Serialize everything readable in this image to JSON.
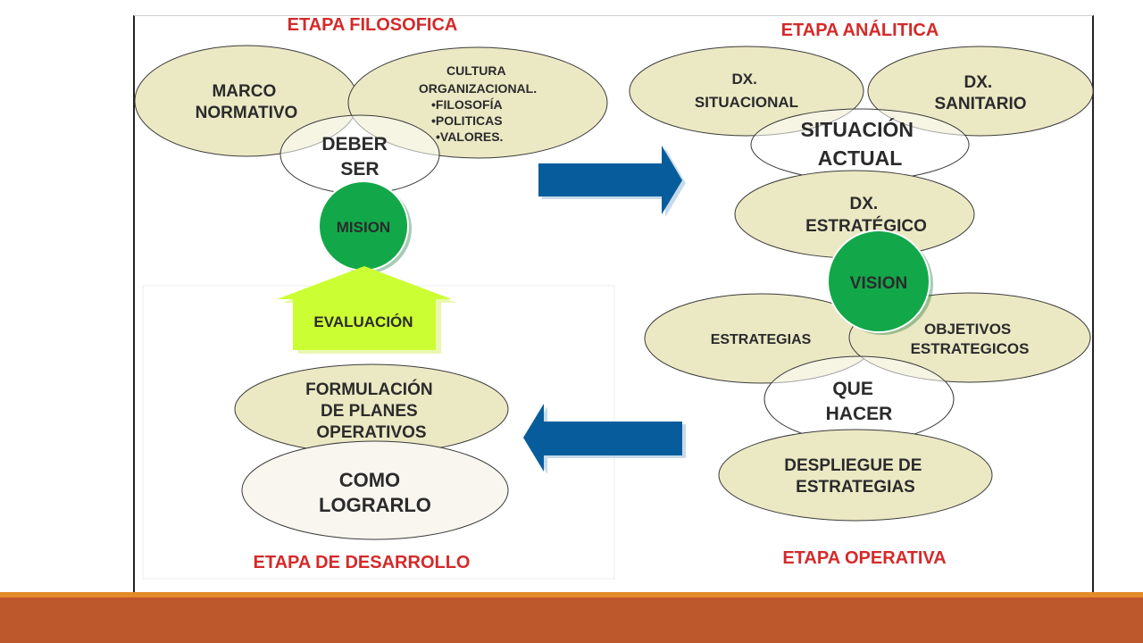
{
  "titles": {
    "filosofica": "ETAPA FILOSOFICA",
    "analitica": "ETAPA ANÁLITICA",
    "desarrollo": "ETAPA DE DESARROLLO",
    "operativa": "ETAPA OPERATIVA"
  },
  "filosofica": {
    "marco": [
      "MARCO",
      "NORMATIVO"
    ],
    "cultura": [
      "CULTURA",
      "ORGANIZACIONAL.",
      "•FILOSOFÍA",
      "•POLITICAS",
      "•VALORES."
    ],
    "deber": [
      "DEBER",
      "SER"
    ],
    "mision": "MISION"
  },
  "analitica": {
    "situacional": [
      "DX.",
      "SITUACIONAL"
    ],
    "sanitario": [
      "DX.",
      "SANITARIO"
    ],
    "situacion": [
      "SITUACIÓN",
      "ACTUAL"
    ],
    "estrategico": [
      "DX.",
      "ESTRATÉGICO"
    ],
    "vision": "VISION"
  },
  "operativa": {
    "estrategias": "ESTRATEGIAS",
    "objetivos": [
      "OBJETIVOS",
      "ESTRATEGICOS"
    ],
    "que_hacer": [
      "QUE",
      "HACER"
    ],
    "despliegue": [
      "DESPLIEGUE DE",
      "ESTRATEGIAS"
    ]
  },
  "desarrollo": {
    "evaluacion": "EVALUACIÓN",
    "formulacion": [
      "FORMULACIÓN",
      "DE PLANES",
      "OPERATIVOS"
    ],
    "como": [
      "COMO",
      "LOGRARLO"
    ]
  },
  "colors": {
    "title_red": "#d42a2a",
    "oval_fill": "#ebe8c4",
    "circle_green": "#12a84a",
    "arrow_blue": "#075d9c",
    "evaluation_arrow": "#ccff33",
    "bottom_bar": "#bd582c",
    "orange_line": "#e38b2a"
  }
}
